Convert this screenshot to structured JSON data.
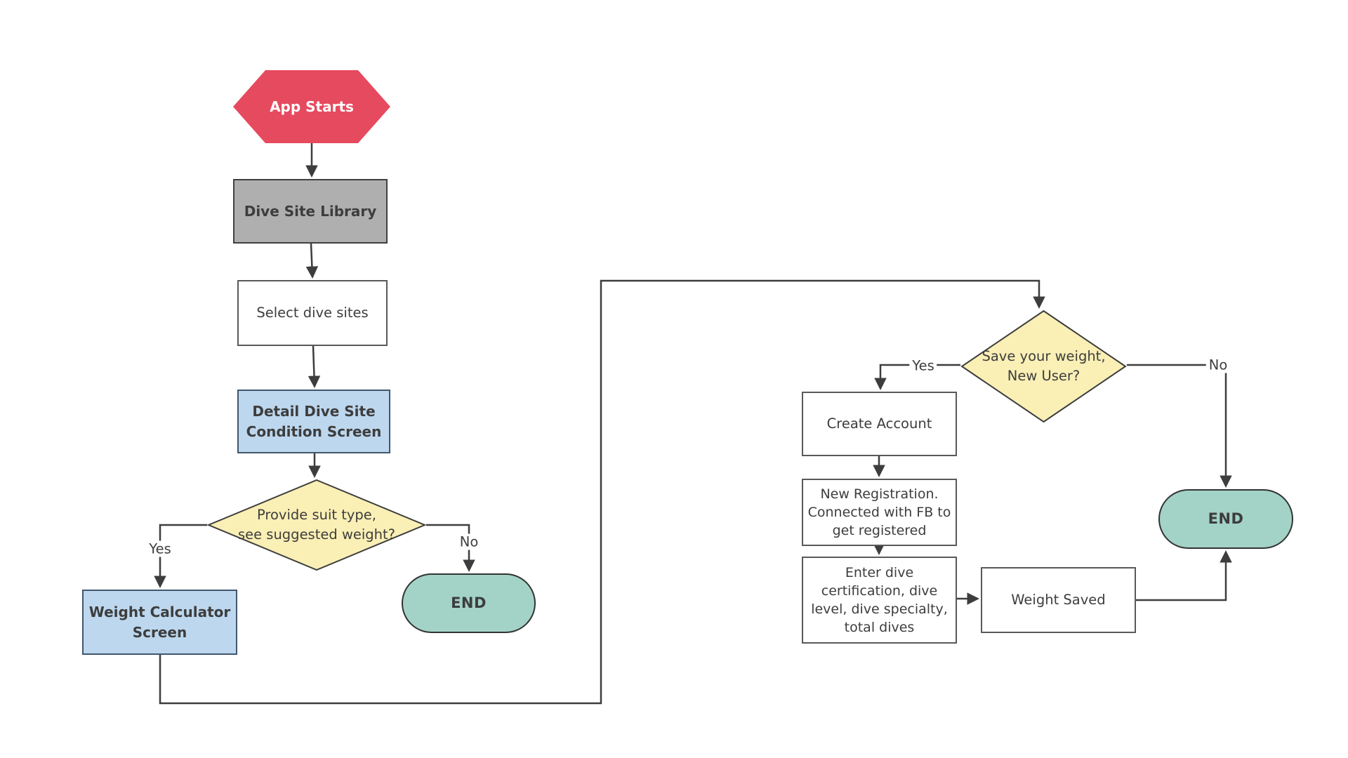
{
  "diagram": {
    "title": "Dive weight calculator app flowchart",
    "nodes": {
      "app_starts": {
        "type": "start-hexagon",
        "label": "App Starts",
        "fill": "#E64A5E"
      },
      "dive_site_library": {
        "type": "process",
        "label": "Dive Site Library",
        "fill": "#AFAFAF"
      },
      "select_dive_sites": {
        "type": "process",
        "label": "Select dive sites",
        "fill": "#FFFFFF"
      },
      "detail_dive_site": {
        "type": "process",
        "label": "Detail Dive Site\nCondition Screen",
        "fill": "#BDD7EE"
      },
      "provide_suit_decision": {
        "type": "decision",
        "label": "Provide suit type,\nsee suggested weight?",
        "fill": "#FAEFB5"
      },
      "weight_calculator": {
        "type": "process",
        "label": "Weight Calculator\nScreen",
        "fill": "#BDD7EE"
      },
      "end_left": {
        "type": "terminator",
        "label": "END",
        "fill": "#A3D3C7"
      },
      "save_weight_decision": {
        "type": "decision",
        "label": "Save your weight,\nNew User?",
        "fill": "#FAEFB5"
      },
      "create_account": {
        "type": "process",
        "label": "Create Account",
        "fill": "#FFFFFF"
      },
      "new_registration": {
        "type": "process",
        "label": "New Registration.\nConnected with FB to\nget registered",
        "fill": "#FFFFFF"
      },
      "enter_dive_info": {
        "type": "process",
        "label": "Enter dive\ncertification, dive\nlevel, dive specialty,\ntotal dives",
        "fill": "#FFFFFF"
      },
      "weight_saved": {
        "type": "process",
        "label": "Weight Saved",
        "fill": "#FFFFFF"
      },
      "end_right": {
        "type": "terminator",
        "label": "END",
        "fill": "#A3D3C7"
      }
    },
    "edge_labels": {
      "yes_left": "Yes",
      "no_left": "No",
      "yes_right": "Yes",
      "no_right": "No"
    },
    "palette": {
      "start_red": "#E64A5E",
      "process_gray": "#AFAFAF",
      "process_blue": "#BDD7EE",
      "decision_yellow": "#FAEFB5",
      "terminator_green": "#A3D3C7",
      "edge_dark": "#3D3D3D"
    }
  }
}
